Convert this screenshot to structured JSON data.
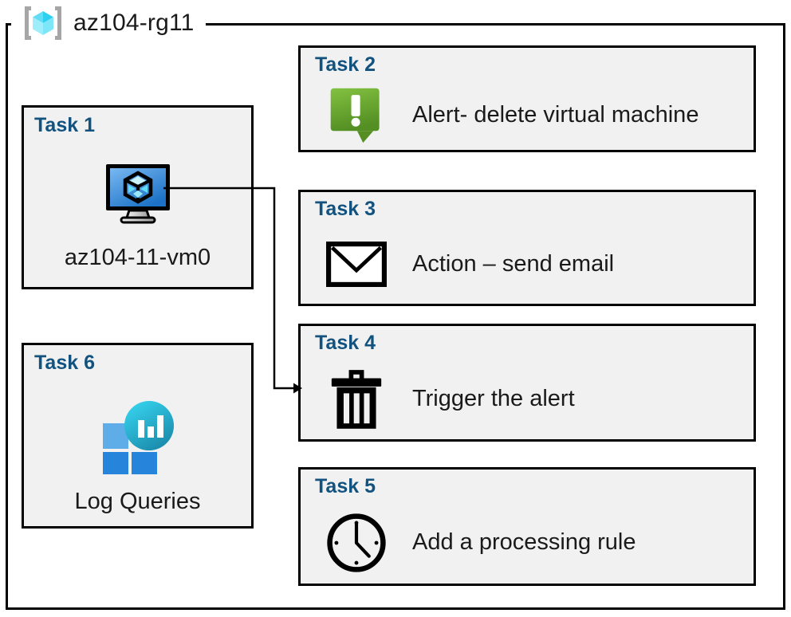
{
  "container": {
    "title": "az104-rg11",
    "icon": "azure-resource-group-icon",
    "border_color": "#000000",
    "background": "#ffffff"
  },
  "theme": {
    "box_fill": "#f1f1f1",
    "box_border": "#000000",
    "task_label_color": "#12527f",
    "body_text_color": "#1a1a1a",
    "alert_green_light": "#7cbb3f",
    "alert_green_dark": "#5d9d27",
    "vm_blue_light": "#6fb2ef",
    "vm_blue_dark": "#1b72c4",
    "log_cyan_light": "#32c8e6",
    "log_cyan_dark": "#1b8fae",
    "log_blue_light": "#50a7ec",
    "log_blue_dark": "#2382d8",
    "rg_cube_light": "#8fe9fb",
    "rg_cube_mid": "#32d5f2",
    "rg_bracket": "#a6a6a6"
  },
  "tasks": [
    {
      "id": "task1",
      "label": "Task 1",
      "caption": "az104-11-vm0",
      "icon": "virtual-machine-icon",
      "column": "left"
    },
    {
      "id": "task2",
      "label": "Task 2",
      "caption": "Alert- delete virtual machine",
      "icon": "alert-callout-icon",
      "column": "right"
    },
    {
      "id": "task3",
      "label": "Task 3",
      "caption": "Action – send email",
      "icon": "envelope-icon",
      "column": "right"
    },
    {
      "id": "task4",
      "label": "Task 4",
      "caption": "Trigger the alert",
      "icon": "trash-can-icon",
      "column": "right"
    },
    {
      "id": "task5",
      "label": "Task 5",
      "caption": "Add a processing rule",
      "icon": "clock-icon",
      "column": "right"
    },
    {
      "id": "task6",
      "label": "Task 6",
      "caption": "Log Queries",
      "icon": "log-analytics-icon",
      "column": "left"
    }
  ],
  "connectors": [
    {
      "name": "vm-to-trigger-alert",
      "from": "task1",
      "to": "task4",
      "arrow": "end"
    }
  ]
}
